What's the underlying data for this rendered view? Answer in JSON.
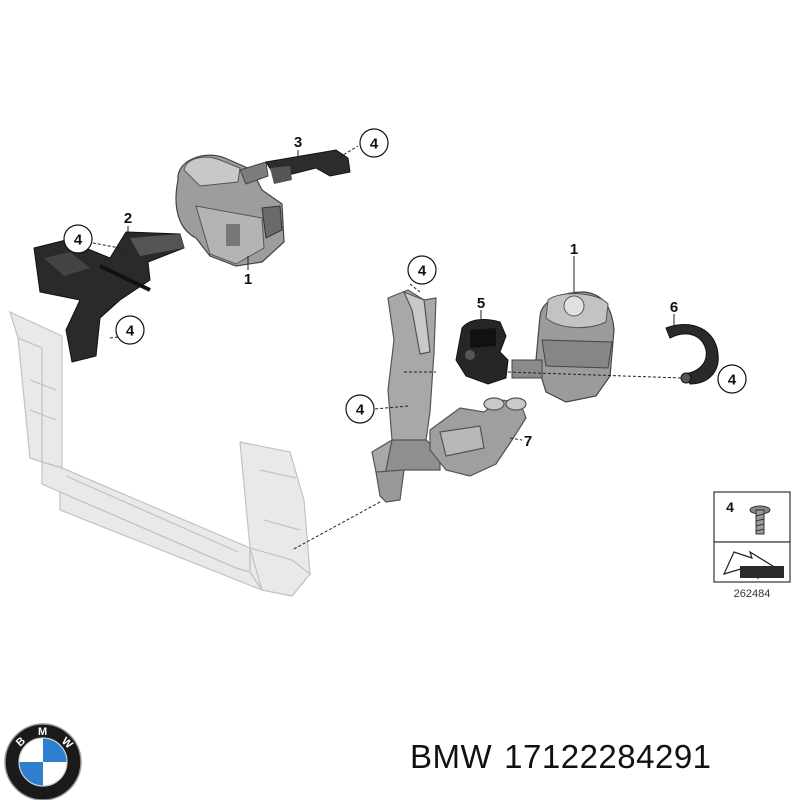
{
  "diagram": {
    "callouts": {
      "p3": "3",
      "p4a": "4",
      "p2": "2",
      "p4b": "4",
      "p1a": "1",
      "p4c": "4",
      "p4d": "4",
      "p1b": "1",
      "p5": "5",
      "p6": "6",
      "p4e": "4",
      "p4f": "4",
      "p7": "7"
    },
    "legend": {
      "number": "4"
    },
    "reference_number": "262484"
  },
  "caption": {
    "brand": "BMW",
    "part_number": "17122284291"
  },
  "logo": {
    "letters": "BMW",
    "colors": {
      "ring": "#1a1a1a",
      "blue": "#2f7fd0",
      "white": "#ffffff"
    }
  }
}
